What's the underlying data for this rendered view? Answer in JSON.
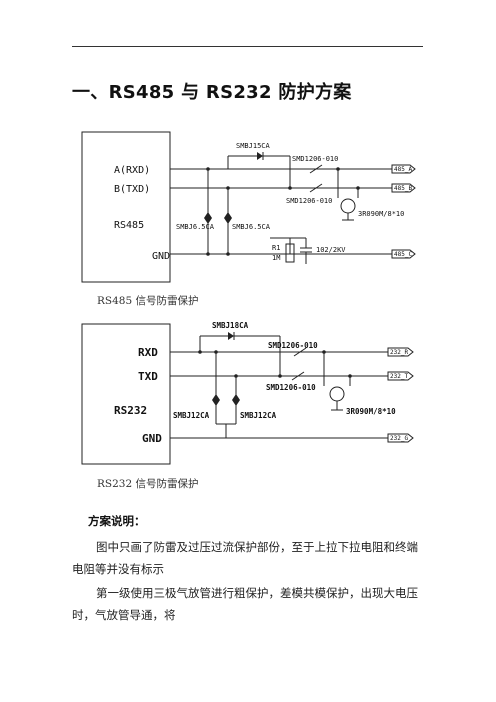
{
  "header": {
    "title": "一、RS485 与 RS232 防护方案"
  },
  "rs485": {
    "caption": "RS485 信号防雷保护",
    "labels": {
      "a": "A(RXD)",
      "b": "B(TXD)",
      "chip": "RS485",
      "gnd": "GND",
      "smbj15": "SMBJ15CA",
      "smd1": "SMD1206-010",
      "smd2": "SMD1206-010",
      "tvs1": "SMBJ6.5CA",
      "tvs2": "SMBJ6.5CA",
      "gdt": "3R090M/8*10",
      "r1": "R1",
      "r1v": "1M",
      "cap": "102/2KV",
      "out_a": "485_A",
      "out_b": "485_B",
      "out_c": "485_C"
    }
  },
  "rs232": {
    "caption": "RS232 信号防雷保护",
    "labels": {
      "rxd": "RXD",
      "txd": "TXD",
      "chip": "RS232",
      "gnd": "GND",
      "smbj18": "SMBJ18CA",
      "smd1": "SMD1206-010",
      "smd2": "SMD1206-010",
      "tvs1": "SMBJ12CA",
      "tvs2": "SMBJ12CA",
      "gdt": "3R090M/8*10",
      "out_r": "232_R",
      "out_t": "232_T",
      "out_g": "232_G"
    }
  },
  "section": {
    "heading": "方案说明：",
    "p1": "图中只画了防雷及过压过流保护部份，至于上拉下拉电阻和终端电阻等并没有标示",
    "p2": "第一级使用三极气放管进行粗保护，差模共模保护，出现大电压时，气放管导通，将"
  }
}
